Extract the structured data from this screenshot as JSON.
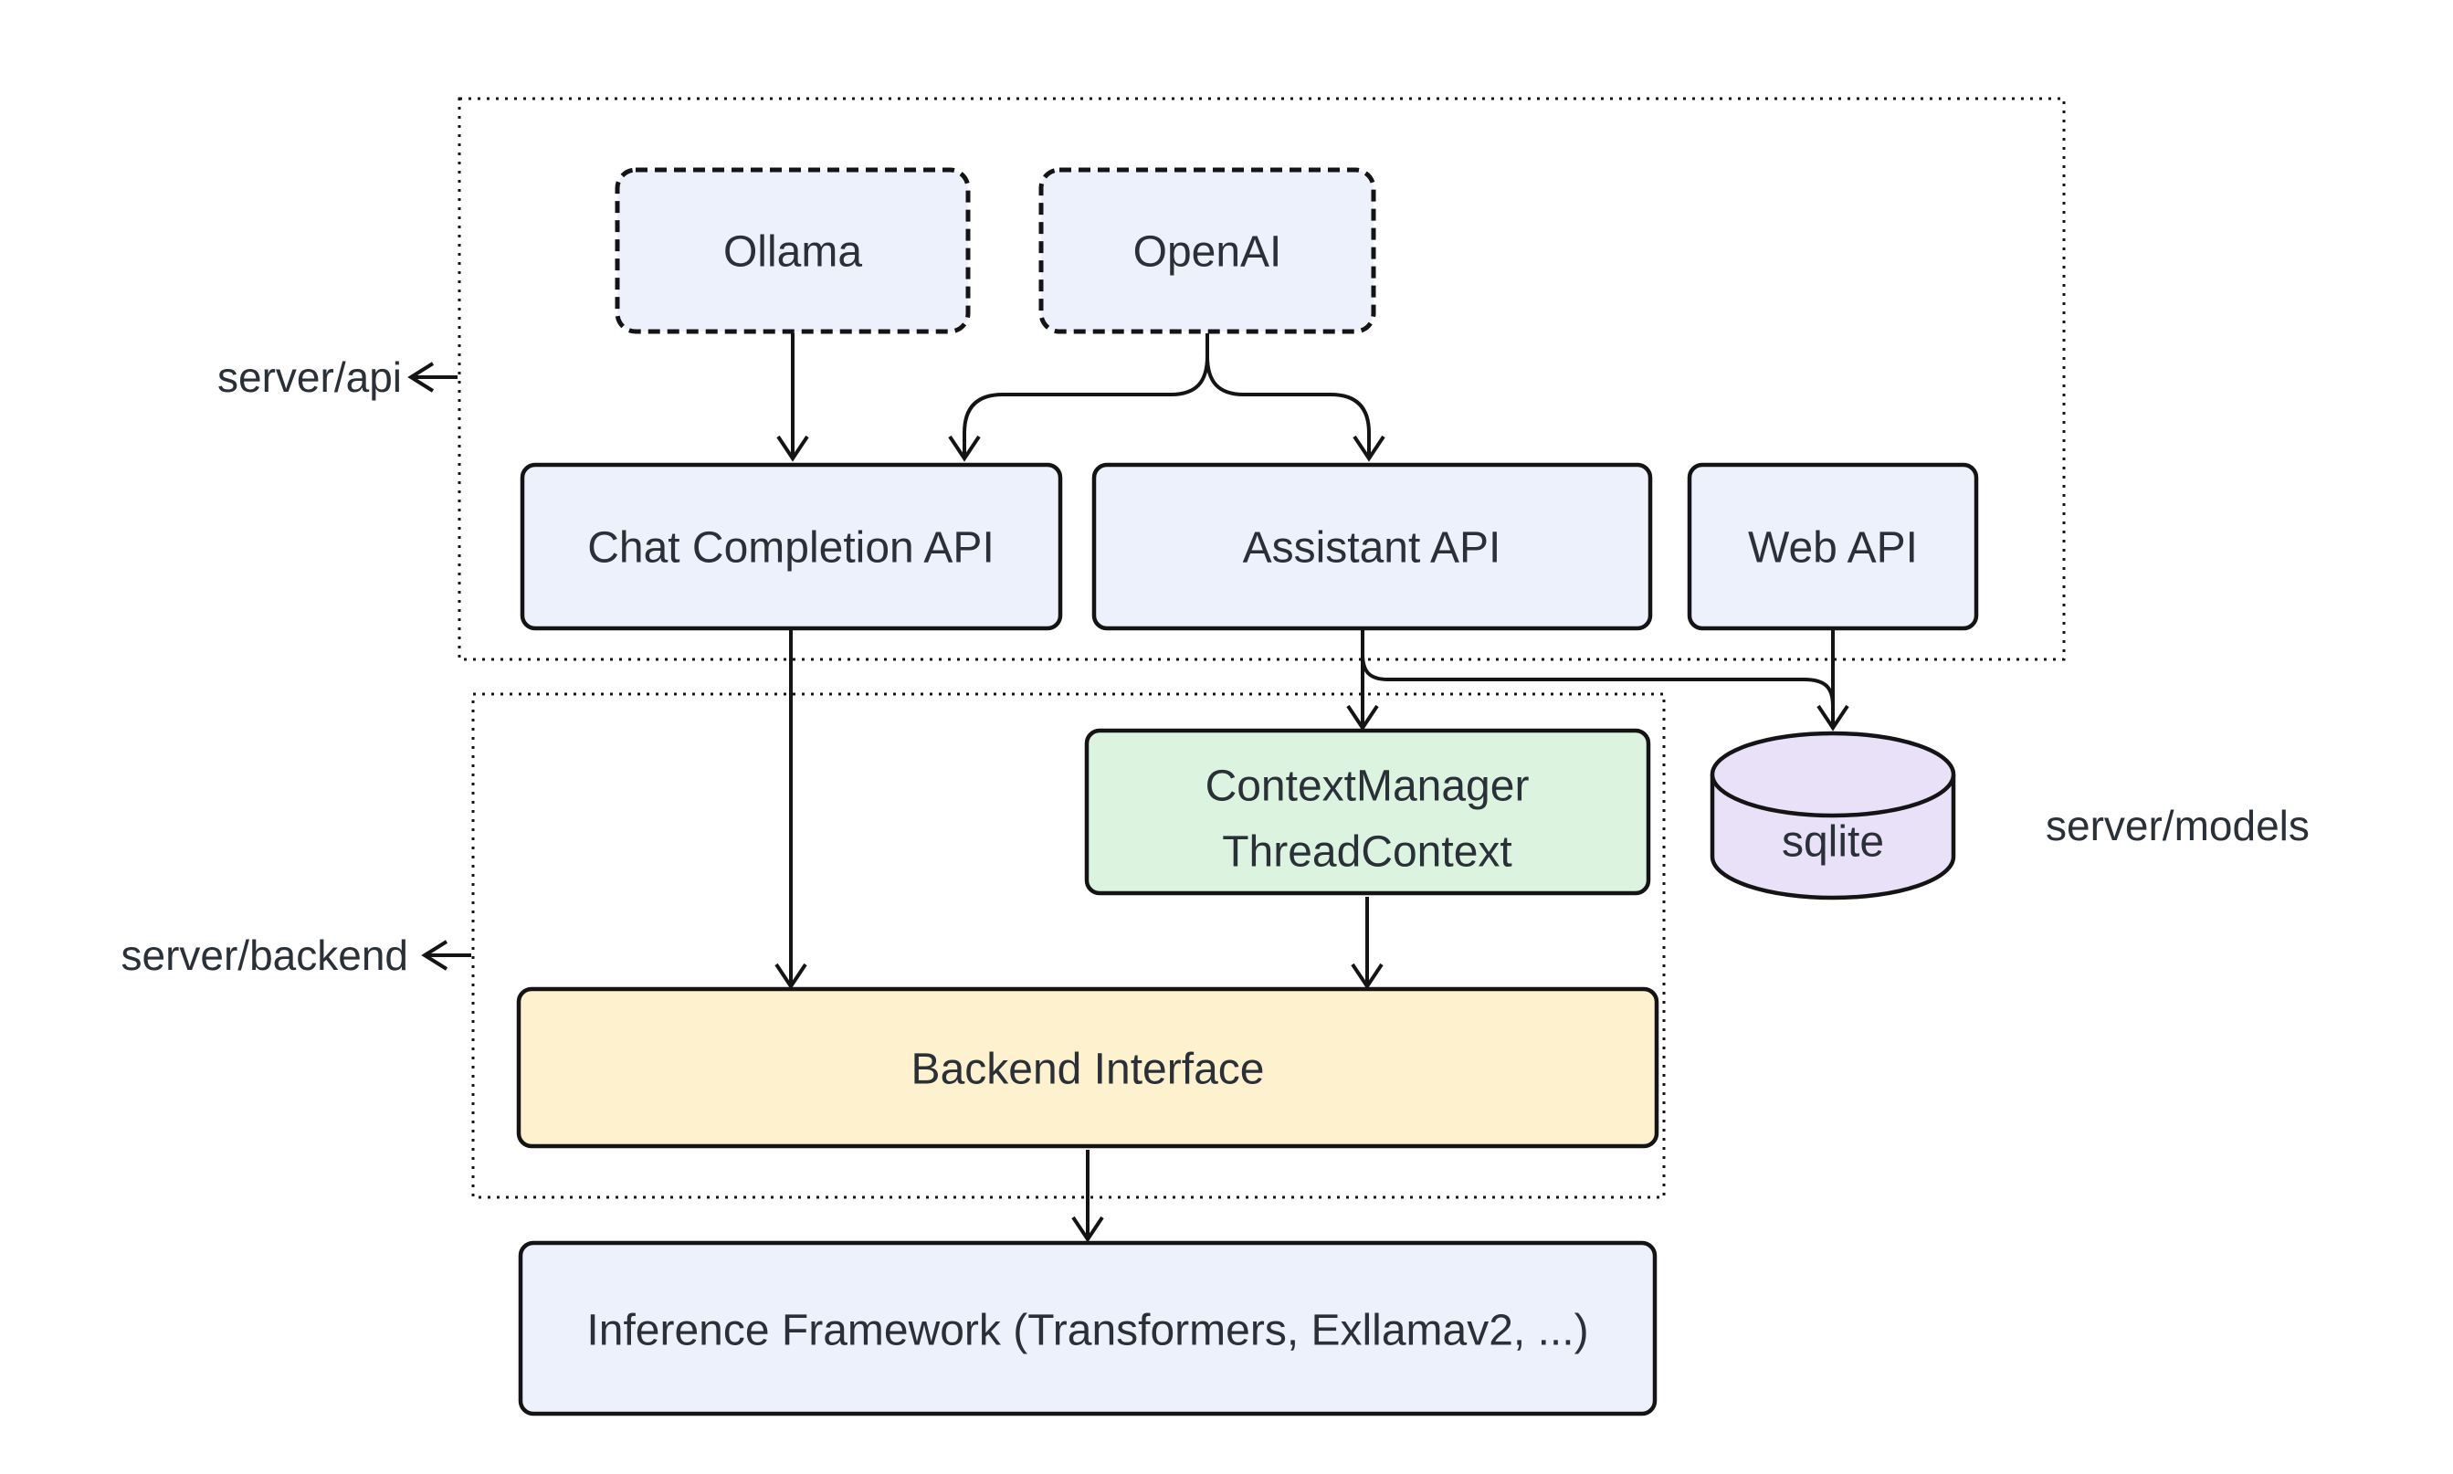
{
  "colors": {
    "node_blue": "#edf1fb",
    "node_green": "#dcf4df",
    "node_yellow": "#fdf1ce",
    "node_purple": "#e9e1f7",
    "line": "#141414",
    "text": "#2a3038"
  },
  "groups": {
    "api": {
      "label": "server/api"
    },
    "backend": {
      "label": "server/backend"
    },
    "models": {
      "label": "server/models"
    }
  },
  "nodes": {
    "ollama": {
      "label": "Ollama"
    },
    "openai": {
      "label": "OpenAI"
    },
    "chat_completion_api": {
      "label": "Chat Completion API"
    },
    "assistant_api": {
      "label": "Assistant API"
    },
    "web_api": {
      "label": "Web API"
    },
    "context_manager": {
      "label_line1": "ContextManager",
      "label_line2": "ThreadContext"
    },
    "sqlite": {
      "label": "sqlite"
    },
    "backend_interface": {
      "label": "Backend Interface"
    },
    "inference_framework": {
      "label": "Inference Framework (Transformers, Exllamav2, ...)"
    }
  }
}
